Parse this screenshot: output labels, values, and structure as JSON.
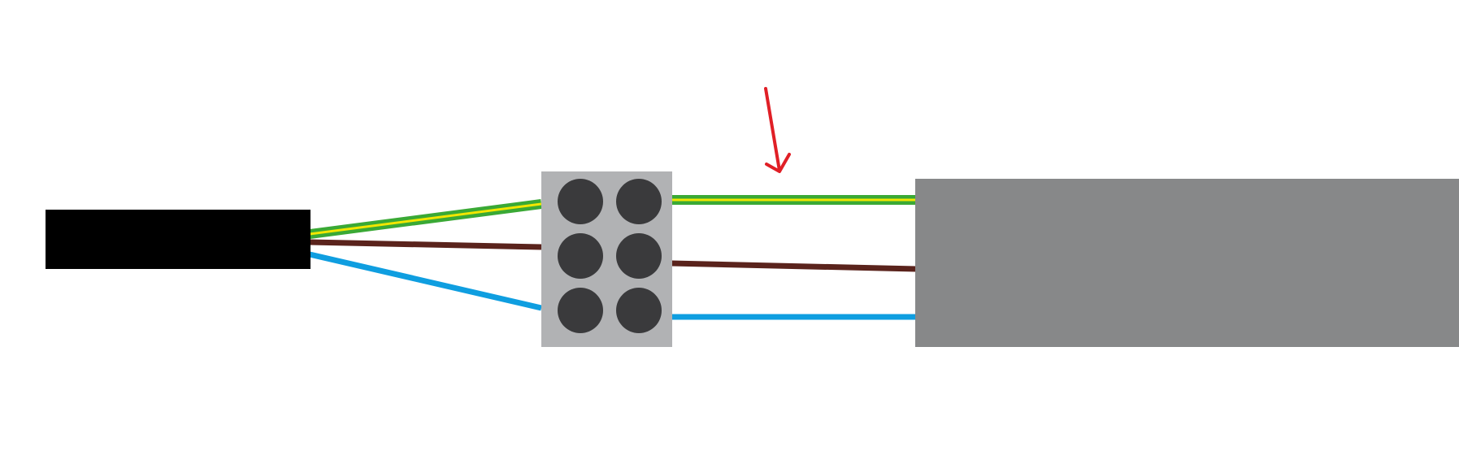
{
  "diagram": {
    "background": "#ffffff",
    "cable_jacket_color": "#000000",
    "terminal_block_color": "#b1b2b4",
    "terminal_hole_color": "#3a3a3c",
    "terminal_holes": {
      "rows": 3,
      "columns": 2
    },
    "device_color": "#878889",
    "wires": [
      {
        "id": "earth",
        "color": "#3aa935",
        "stripe_color": "#f2e600"
      },
      {
        "id": "live",
        "color": "#5a231c"
      },
      {
        "id": "neutral",
        "color": "#0f9ee0"
      }
    ],
    "annotation_arrow_color": "#e01f26"
  }
}
